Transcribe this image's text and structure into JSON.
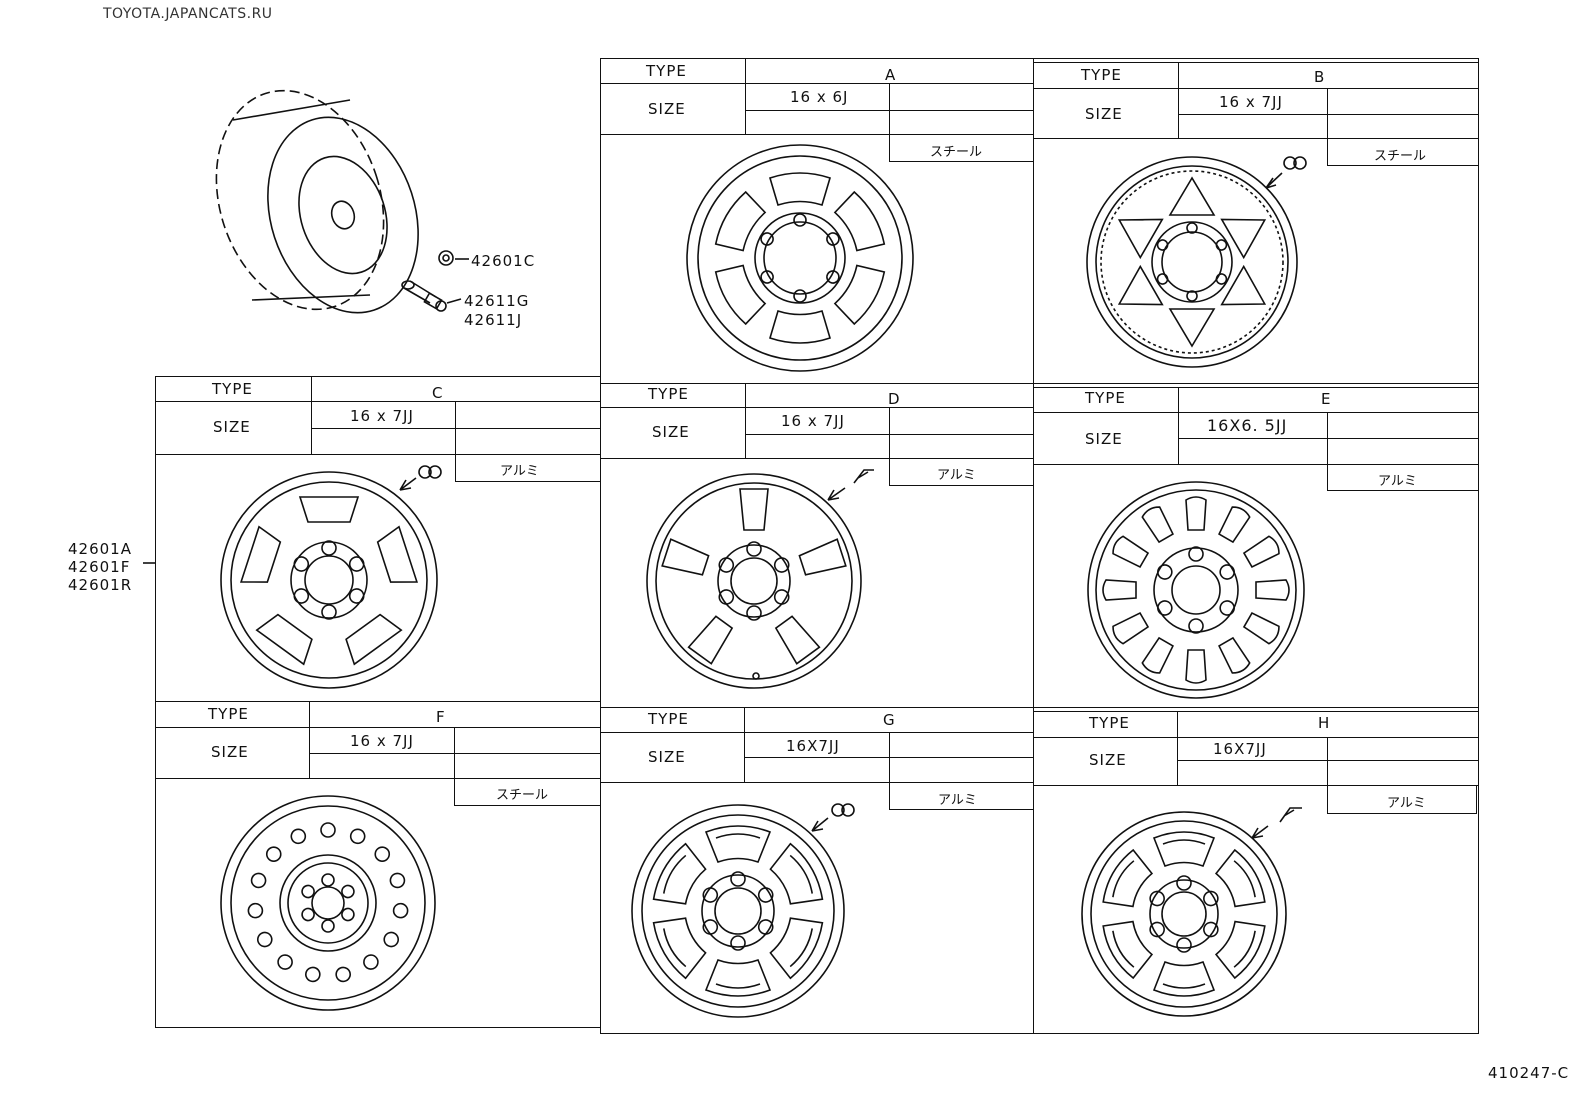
{
  "watermark": "TOYOTA.JAPANCATS.RU",
  "figure_id": "410247-C",
  "parts": {
    "cap": "42601C",
    "valve_1": "42611G",
    "valve_2": "42611J",
    "wheel_1": "42601A",
    "wheel_2": "42601F",
    "wheel_3": "42601R"
  },
  "wheel_types": [
    {
      "key": "a",
      "type_label": "TYPE",
      "size_label": "SIZE",
      "type": "A",
      "size": "16 x 6J",
      "material": "スチール"
    },
    {
      "key": "b",
      "type_label": "TYPE",
      "size_label": "SIZE",
      "type": "B",
      "size": "16 x 7JJ",
      "material": "スチール"
    },
    {
      "key": "c",
      "type_label": "TYPE",
      "size_label": "SIZE",
      "type": "C",
      "size": "16 x 7JJ",
      "material": "アルミ"
    },
    {
      "key": "d",
      "type_label": "TYPE",
      "size_label": "SIZE",
      "type": "D",
      "size": "16 x 7JJ",
      "material": "アルミ"
    },
    {
      "key": "e",
      "type_label": "TYPE",
      "size_label": "SIZE",
      "type": "E",
      "size": "16X6. 5JJ",
      "material": "アルミ"
    },
    {
      "key": "f",
      "type_label": "TYPE",
      "size_label": "SIZE",
      "type": "F",
      "size": "16 x 7JJ",
      "material": "スチール"
    },
    {
      "key": "g",
      "type_label": "TYPE",
      "size_label": "SIZE",
      "type": "G",
      "size": "16X7JJ",
      "material": "アルミ"
    },
    {
      "key": "h",
      "type_label": "TYPE",
      "size_label": "SIZE",
      "type": "H",
      "size": "16X7JJ",
      "material": "アルミ"
    }
  ]
}
